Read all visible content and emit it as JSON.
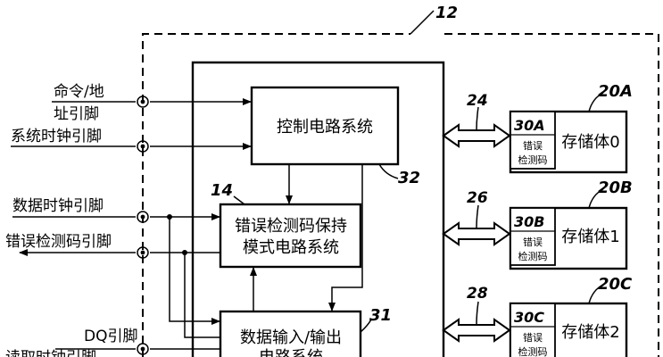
{
  "labels": {
    "device_ref": "12",
    "control_ref": "32",
    "edc_hold_ref": "14",
    "dataio_ref": "31",
    "bus_a_ref": "24",
    "bus_b_ref": "26",
    "bus_c_ref": "28",
    "bank_a_ref": "20A",
    "bank_b_ref": "20B",
    "bank_c_ref": "20C",
    "edc_a_ref": "30A",
    "edc_b_ref": "30B",
    "edc_c_ref": "30C"
  },
  "blocks": {
    "control": "控制电路系统",
    "edc_hold_line1": "错误检测码保持",
    "edc_hold_line2": "模式电路系统",
    "dataio_line1": "数据输入/输出",
    "dataio_line2": "电路系统"
  },
  "banks": [
    {
      "label": "存储体0",
      "edc_line1": "错误",
      "edc_line2": "检测码"
    },
    {
      "label": "存储体1",
      "edc_line1": "错误",
      "edc_line2": "检测码"
    },
    {
      "label": "存储体2",
      "edc_line1": "错误",
      "edc_line2": "检测码"
    }
  ],
  "pins": {
    "cmd_addr_line1": "命令/地",
    "cmd_addr_line2": "址引脚",
    "sys_clock": "系统时钟引脚",
    "data_clock": "数据时钟引脚",
    "edc_pin": "错误检测码引脚",
    "dq": "DQ引脚",
    "read_clock_partial": "读取时钟引脚"
  }
}
